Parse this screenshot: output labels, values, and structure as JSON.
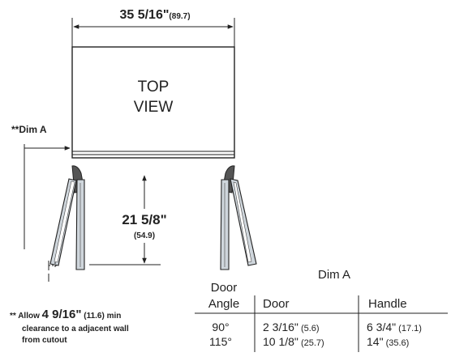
{
  "width_dim": {
    "value": "35 5/16\"",
    "metric": "(89.7)"
  },
  "top_view": {
    "line1": "TOP",
    "line2": "VIEW"
  },
  "dim_a_label": "**Dim A",
  "depth_dim": {
    "value": "21 5/8\"",
    "metric": "(54.9)"
  },
  "note": {
    "prefix": "** Allow ",
    "value": "4 9/16\"",
    "metric": " (11.6)",
    "suffix": " min",
    "line2": "clearance to a adjacent wall",
    "line3": "from cutout"
  },
  "table": {
    "title": "Dim A",
    "door_angle_header": [
      "Door",
      "Angle"
    ],
    "col_door": "Door",
    "col_handle": "Handle",
    "rows": [
      {
        "angle": "90°",
        "door": "2 3/16\"",
        "door_metric": " (5.6)",
        "handle": "6 3/4\"",
        "handle_metric": " (17.1)"
      },
      {
        "angle": "115°",
        "door": "10 1/8\"",
        "door_metric": " (25.7)",
        "handle": "14\"",
        "handle_metric": " (35.6)"
      }
    ]
  }
}
